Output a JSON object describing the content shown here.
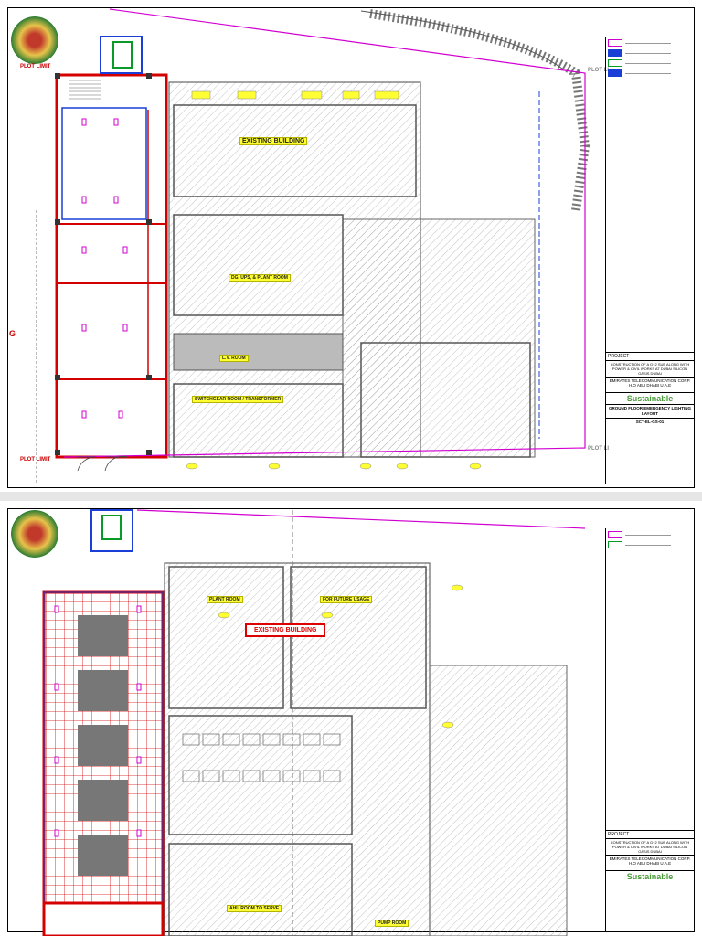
{
  "sheet1": {
    "existing_building": "EXISTING BUILDING",
    "plot_limit": "PLOT LIMIT",
    "plot_limit_short": "PLOT LI",
    "side_letter": "G",
    "rooms": {
      "eng_room": "EXISTING BUILDING",
      "dg_room": "DG, UPS, & PLANT ROOM",
      "transformer": "SWITCHGEAR ROOM / TRANSFORMER",
      "lv_room": "L.V. ROOM"
    },
    "titleblock": {
      "project_label": "PROJECT",
      "project": "CONSTRUCTION OF A G+2 SUB ALONG WITH POWER & CIVIL WORKS AT DUBAI SILICON OASIS DUBAI",
      "client": "EMIRATES TELECOMMUNICATION CORP. H.O ABU DHABI U.A.E",
      "consultant": "Sustainable",
      "drawing_title": "GROUND FLOOR EMERGENCY LIGHTING LAYOUT",
      "drawing_no": "SCT-EL-GS-01"
    }
  },
  "sheet2": {
    "existing_building": "EXISTING BUILDING",
    "plant_room": "PLANT ROOM",
    "future": "FOR FUTURE USAGE",
    "ahu_room": "AHU ROOM TO SERVE",
    "pump_room": "PUMP ROOM",
    "titleblock": {
      "project_label": "PROJECT",
      "project": "CONSTRUCTION OF A G+2 SUB ALONG WITH POWER & CIVIL WORKS AT DUBAI SILICON OASIS DUBAI",
      "client": "EMIRATES TELECOMMUNICATION CORP. H.O ABU DHABI U.A.E",
      "consultant": "Sustainable"
    }
  },
  "colors": {
    "wall": "#d40000",
    "grid": "#555555",
    "yellow": "#ffff33",
    "blue": "#1a3fd6",
    "magenta": "#d100d1",
    "green": "#0a9a2a"
  }
}
